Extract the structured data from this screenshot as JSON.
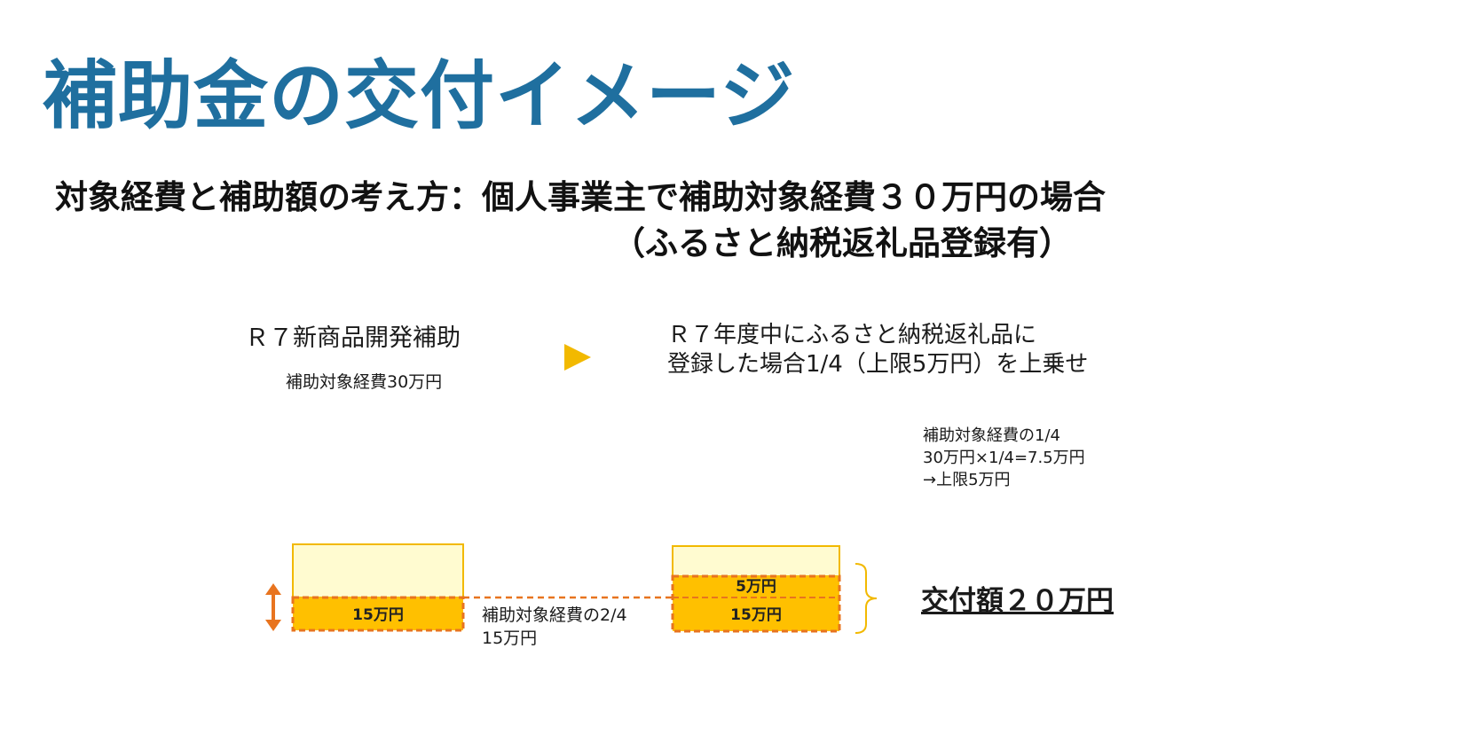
{
  "title": "補助金の交付イメージ",
  "subtitle_line1": "対象経費と補助額の考え方：個人事業主で補助対象経費３０万円の場合",
  "subtitle_line2": "（ふるさと納税返礼品登録有）",
  "left": {
    "heading": "Ｒ７新商品開発補助",
    "sub": "補助対象経費30万円",
    "bar_label": "15万円"
  },
  "right": {
    "heading_line1": "Ｒ７年度中にふるさと納税返礼品に",
    "heading_line2": "登録した場合1/4（上限5万円）を上乗せ",
    "note_line1": "補助対象経費の1/4",
    "note_line2": "30万円×1/4=7.5万円",
    "note_line3": "→上限5万円",
    "top_label": "5万円",
    "bottom_label": "15万円"
  },
  "connector_note": {
    "line1": "補助対象経費の2/4",
    "line2": "15万円"
  },
  "total": "交付額２０万円",
  "colors": {
    "title": "#1f6f9f",
    "accent_orange": "#f2b900",
    "block_fill_light": "#fffbd0",
    "block_fill_dark": "#ffc000",
    "dashed_border": "#e8741f"
  }
}
